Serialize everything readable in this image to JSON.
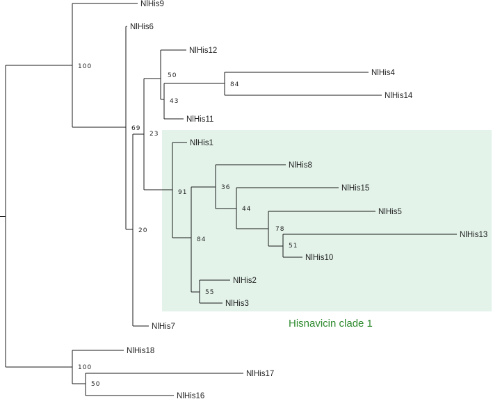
{
  "tree": {
    "leaves": [
      {
        "id": "t9",
        "label": "NlHis9"
      },
      {
        "id": "t6",
        "label": "NlHis6"
      },
      {
        "id": "t12",
        "label": "NlHis12"
      },
      {
        "id": "t4",
        "label": "NlHis4"
      },
      {
        "id": "t14",
        "label": "NlHis14"
      },
      {
        "id": "t11",
        "label": "NlHis11"
      },
      {
        "id": "t1",
        "label": "NlHis1"
      },
      {
        "id": "t8",
        "label": "NlHis8"
      },
      {
        "id": "t15",
        "label": "NlHis15"
      },
      {
        "id": "t5",
        "label": "NlHis5"
      },
      {
        "id": "t13",
        "label": "NlHis13"
      },
      {
        "id": "t10",
        "label": "NlHis10"
      },
      {
        "id": "t2",
        "label": "NlHis2"
      },
      {
        "id": "t3",
        "label": "NlHis3"
      },
      {
        "id": "t7",
        "label": "NlHis7"
      },
      {
        "id": "t18",
        "label": "NlHis18"
      },
      {
        "id": "t17",
        "label": "NlHis17"
      },
      {
        "id": "t16",
        "label": "NlHis16"
      }
    ],
    "support_values": [
      {
        "node": "n9",
        "value": "100"
      },
      {
        "node": "n10",
        "value": "50"
      },
      {
        "node": "n11",
        "value": "84"
      },
      {
        "node": "n12",
        "value": "43"
      },
      {
        "node": "n13",
        "value": "69"
      },
      {
        "node": "n14",
        "value": "23"
      },
      {
        "node": "n15",
        "value": "91"
      },
      {
        "node": "n16",
        "value": "36"
      },
      {
        "node": "n17",
        "value": "44"
      },
      {
        "node": "n18",
        "value": "78"
      },
      {
        "node": "n19",
        "value": "51"
      },
      {
        "node": "n20",
        "value": "84"
      },
      {
        "node": "n21",
        "value": "55"
      },
      {
        "node": "n22",
        "value": "20"
      },
      {
        "node": "n23",
        "value": "100"
      },
      {
        "node": "n24",
        "value": "50"
      }
    ],
    "highlight": {
      "label": "Hisnavicin clade 1",
      "fill_color": "#e3f3ea",
      "label_color": "#2e8b2e"
    }
  }
}
